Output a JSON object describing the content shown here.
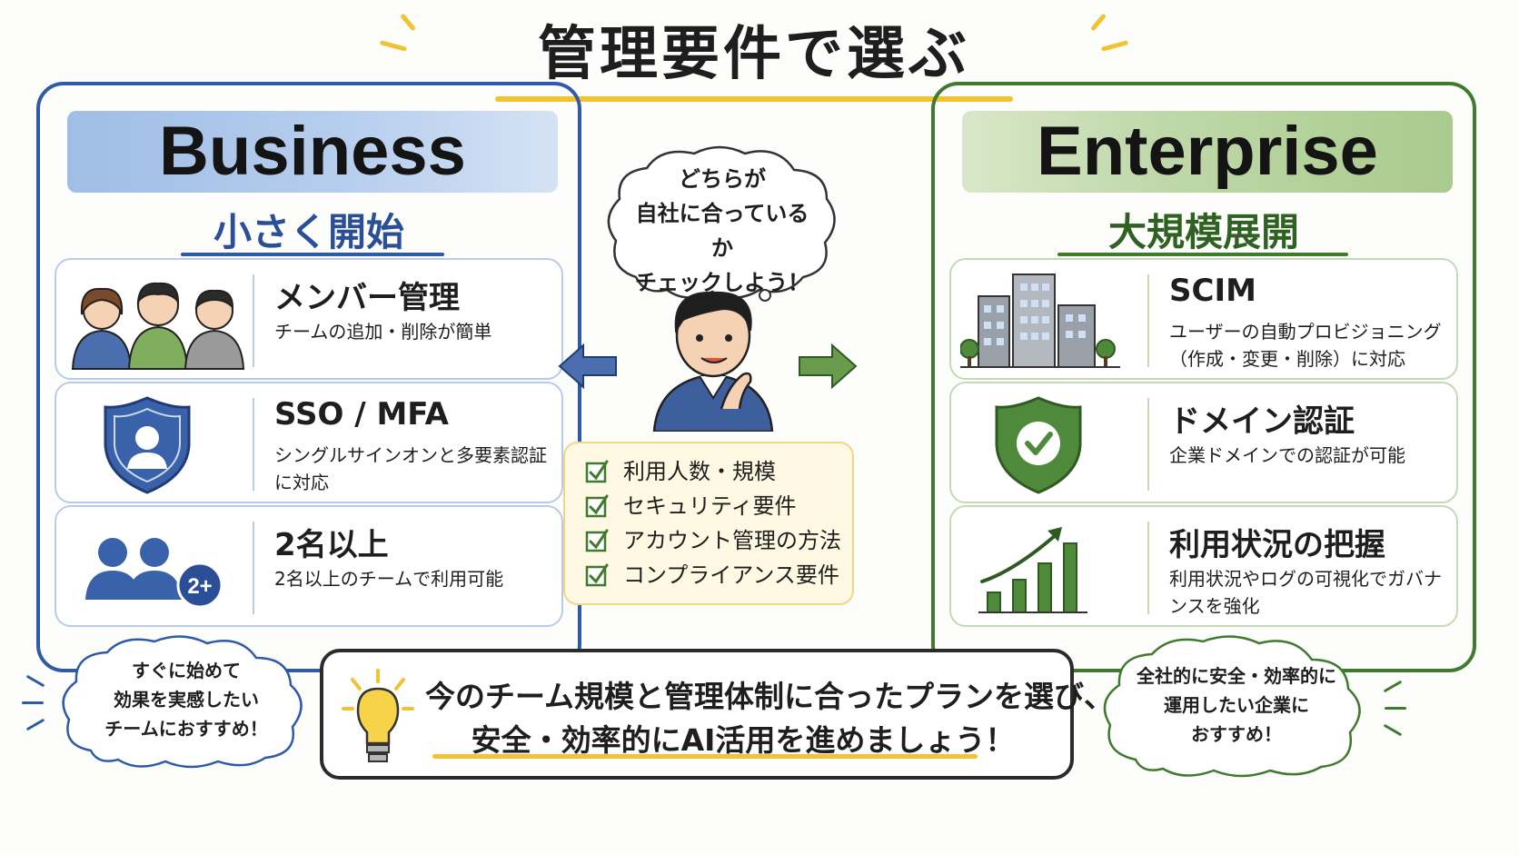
{
  "title": "管理要件で選ぶ",
  "business": {
    "name": "Business",
    "tagline": "小さく開始",
    "cards": [
      {
        "icon": "team-members-icon",
        "title": "メンバー管理",
        "desc": "チームの追加・削除が簡単"
      },
      {
        "icon": "shield-user-icon",
        "title": "SSO / MFA",
        "desc": "シングルサインオンと多要素認証に対応"
      },
      {
        "icon": "users-2plus-icon",
        "title": "2名以上",
        "desc": "2名以上のチームで利用可能",
        "badge": "2+"
      }
    ],
    "recommend": [
      "すぐに始めて",
      "効果を実感したい",
      "チームにおすすめ！"
    ]
  },
  "enterprise": {
    "name": "Enterprise",
    "tagline": "大規模展開",
    "cards": [
      {
        "icon": "buildings-icon",
        "title": "SCIM",
        "desc": "ユーザーの自動プロビジョニング（作成・変更・削除）に対応"
      },
      {
        "icon": "shield-check-icon",
        "title": "ドメイン認証",
        "desc": "企業ドメインでの認証が可能"
      },
      {
        "icon": "growth-chart-icon",
        "title": "利用状況の把握",
        "desc": "利用状況やログの可視化でガバナンスを強化"
      }
    ],
    "recommend": [
      "全社的に安全・効率的に",
      "運用したい企業に",
      "おすすめ！"
    ]
  },
  "center": {
    "bubble": [
      "どちらが",
      "自社に合っているか",
      "チェックしよう！"
    ],
    "checklist": [
      "利用人数・規模",
      "セキュリティ要件",
      "アカウント管理の方法",
      "コンプライアンス要件"
    ]
  },
  "conclusion": {
    "line1": "今のチーム規模と管理体制に合ったプランを選び、",
    "line2": "安全・効率的にAI活用を進めましょう！"
  },
  "colors": {
    "business": "#2f5aa8",
    "enterprise": "#3f7a2e",
    "accent": "#f2c230"
  }
}
